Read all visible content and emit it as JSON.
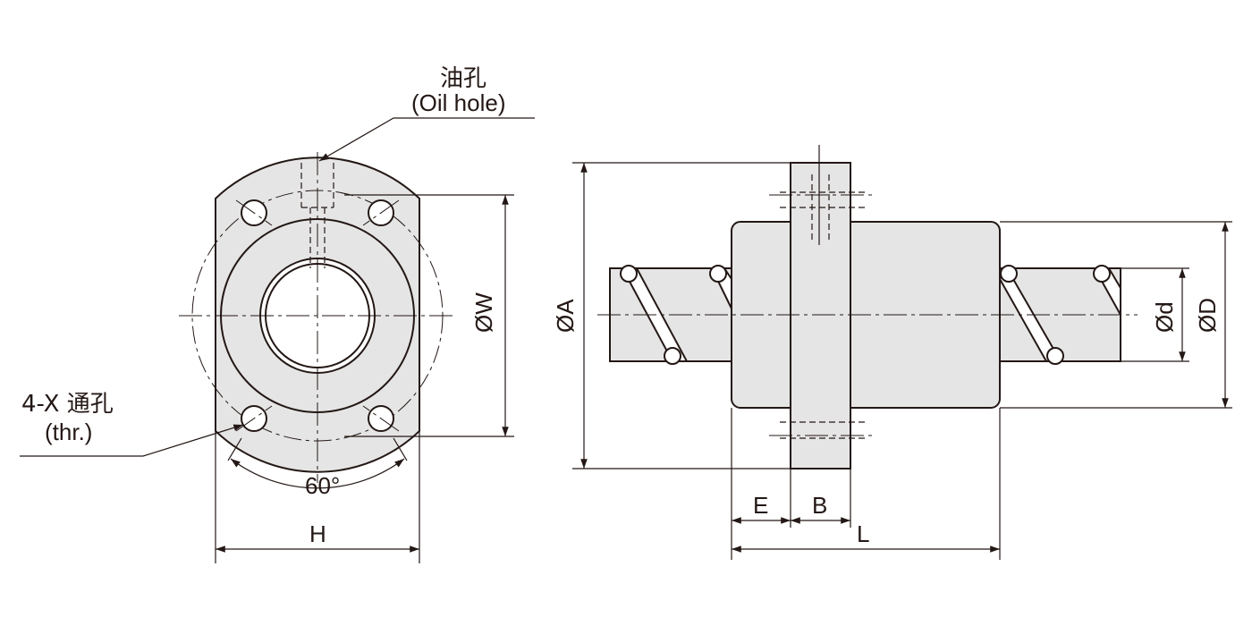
{
  "labels": {
    "oil_hole_zh": "油孔",
    "oil_hole_en": "(Oil hole)",
    "through_hole_zh": "4-X 通孔",
    "through_hole_en": "(thr.)",
    "angle": "60°",
    "dim_H": "H",
    "dim_W": "ØW",
    "dim_A": "ØA",
    "dim_E": "E",
    "dim_B": "B",
    "dim_L": "L",
    "dim_d": "Ød",
    "dim_D": "ØD"
  },
  "colors": {
    "line": "#231815",
    "body_fill": "#e5e5e5",
    "background": "#ffffff"
  }
}
